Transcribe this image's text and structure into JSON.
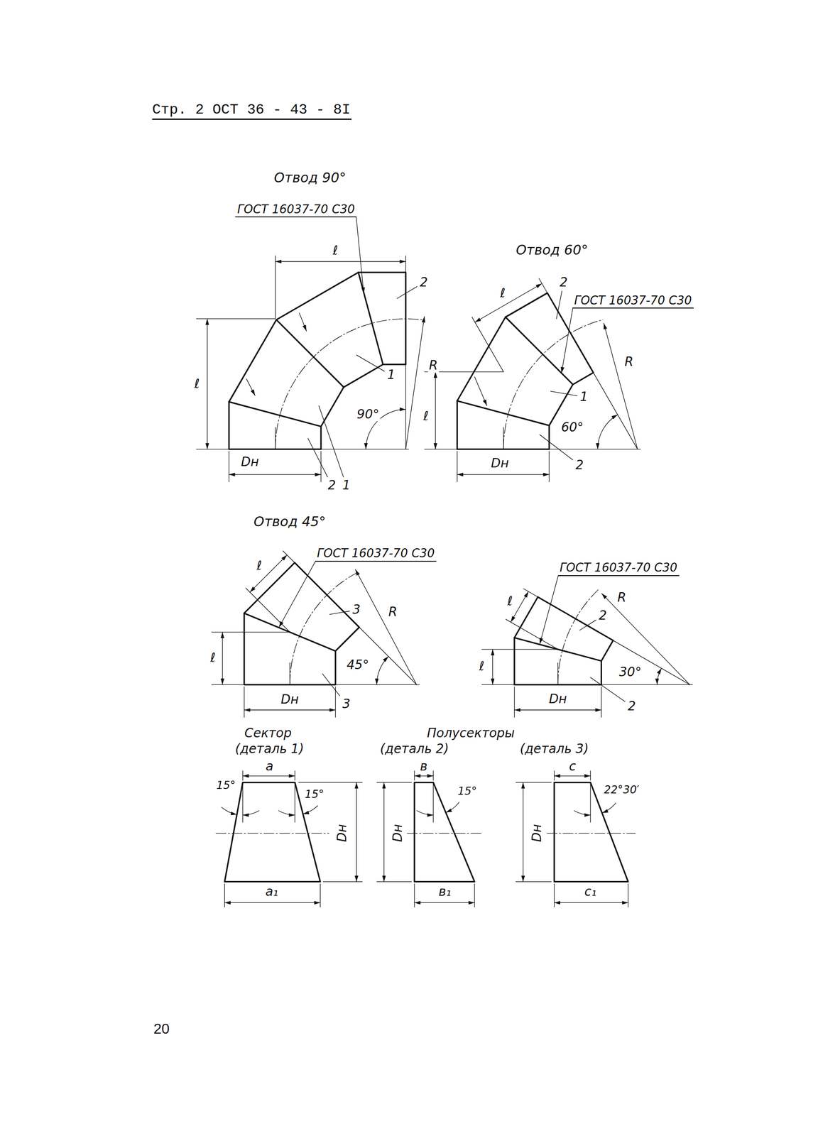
{
  "diagram": {
    "labels": [
      "Стр. 2 ОСТ 36 - 43 - 8I",
      "Отвод 90°",
      "ГОСТ 16037-70 С30",
      "ℓ",
      "2",
      "R",
      "ℓ",
      "1",
      "90°",
      "Dн",
      "2",
      "1",
      "Отвод 60°",
      "2",
      "ℓ",
      "ГОСТ 16037-70 С30",
      "R",
      "1",
      "60°",
      "ℓ",
      "Dн",
      "2",
      "Отвод 45°",
      "ℓ",
      "ГОСТ 16037-70 С30",
      "3",
      "R",
      "ℓ",
      "45°",
      "Dн",
      "3",
      "ГОСТ 16037-70 С30",
      "ℓ",
      "R",
      "2",
      "30°",
      "ℓ",
      "Dн",
      "2",
      "Сектор",
      "(деталь 1)",
      "Полусекторы",
      "(деталь 2)",
      "(деталь 3)",
      "a",
      "15°",
      "15°",
      "Dн",
      "a₁",
      "в",
      "15°",
      "Dн",
      "в₁",
      "с",
      "22°30′",
      "Dн",
      "с₁",
      "20"
    ]
  }
}
